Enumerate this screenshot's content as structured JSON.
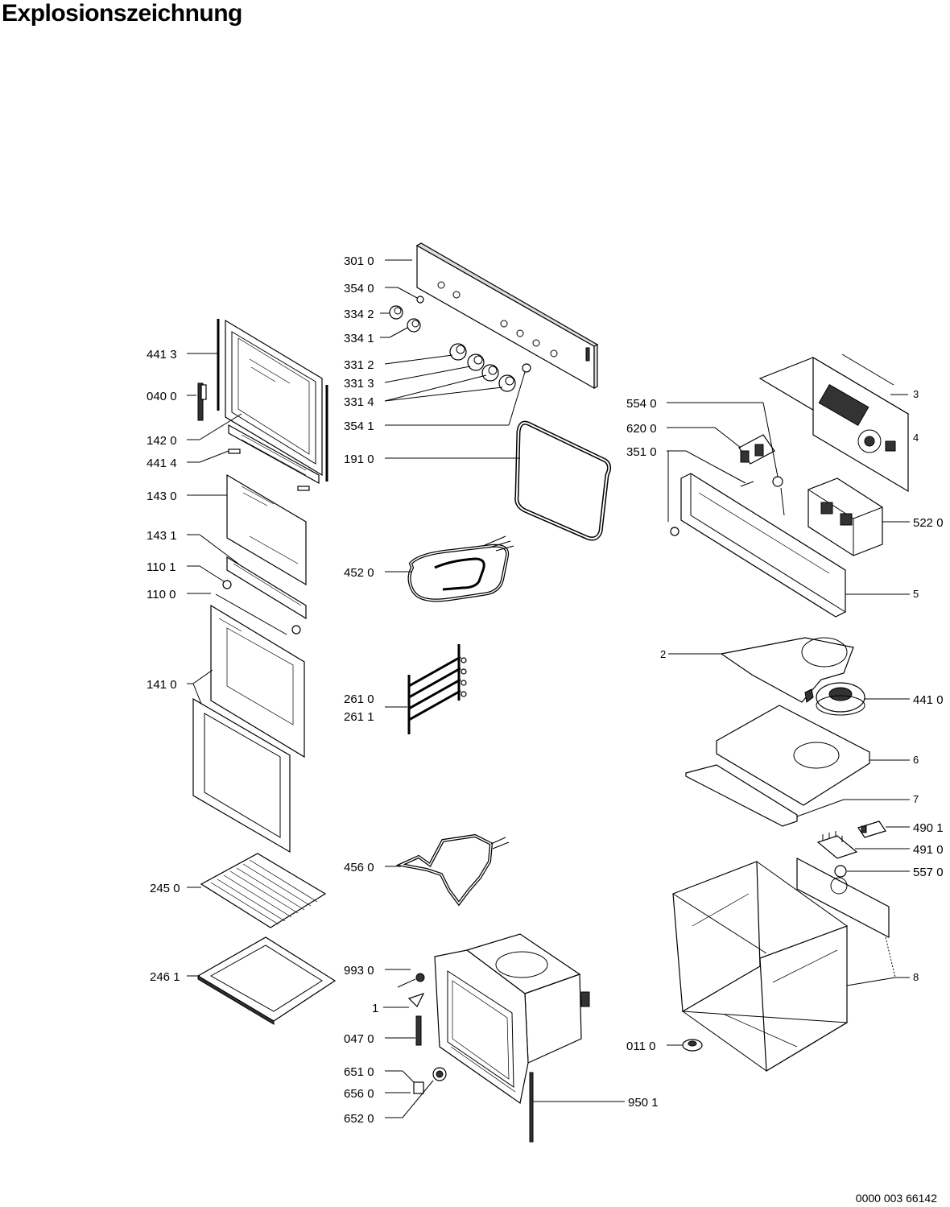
{
  "document": {
    "title": "Explosionszeichnung",
    "footer_code": "0000 003 66142"
  },
  "labels": {
    "l3010": "301 0",
    "l3540": "354 0",
    "l3342": "334 2",
    "l3341": "334 1",
    "l4413": "441 3",
    "l3312": "331 2",
    "l3313": "331 3",
    "l0400": "040 0",
    "l3314": "331 4",
    "l3541": "354 1",
    "l1420": "142 0",
    "l1910": "191 0",
    "l4414": "441 4",
    "l1430": "143 0",
    "l1431": "143 1",
    "l1101": "110 1",
    "l4520": "452 0",
    "l1100": "110 0",
    "l1410": "141 0",
    "l2610": "261 0",
    "l2611": "261 1",
    "l4560": "456 0",
    "l2450": "245 0",
    "l2461": "246 1",
    "l9930": "993 0",
    "l1": "1",
    "l0470": "047 0",
    "l6510": "651 0",
    "l6560": "656 0",
    "l6520": "652 0",
    "l9501": "950 1",
    "l5540": "554 0",
    "l6200": "620 0",
    "l3510": "351 0",
    "l3": "3",
    "l4": "4",
    "l5220": "522 0",
    "l5": "5",
    "l2": "2",
    "l4410": "441 0",
    "l6": "6",
    "l7": "7",
    "l4901": "490 1",
    "l4910": "491 0",
    "l5570": "557 0",
    "l8": "8",
    "l0110": "011 0"
  }
}
